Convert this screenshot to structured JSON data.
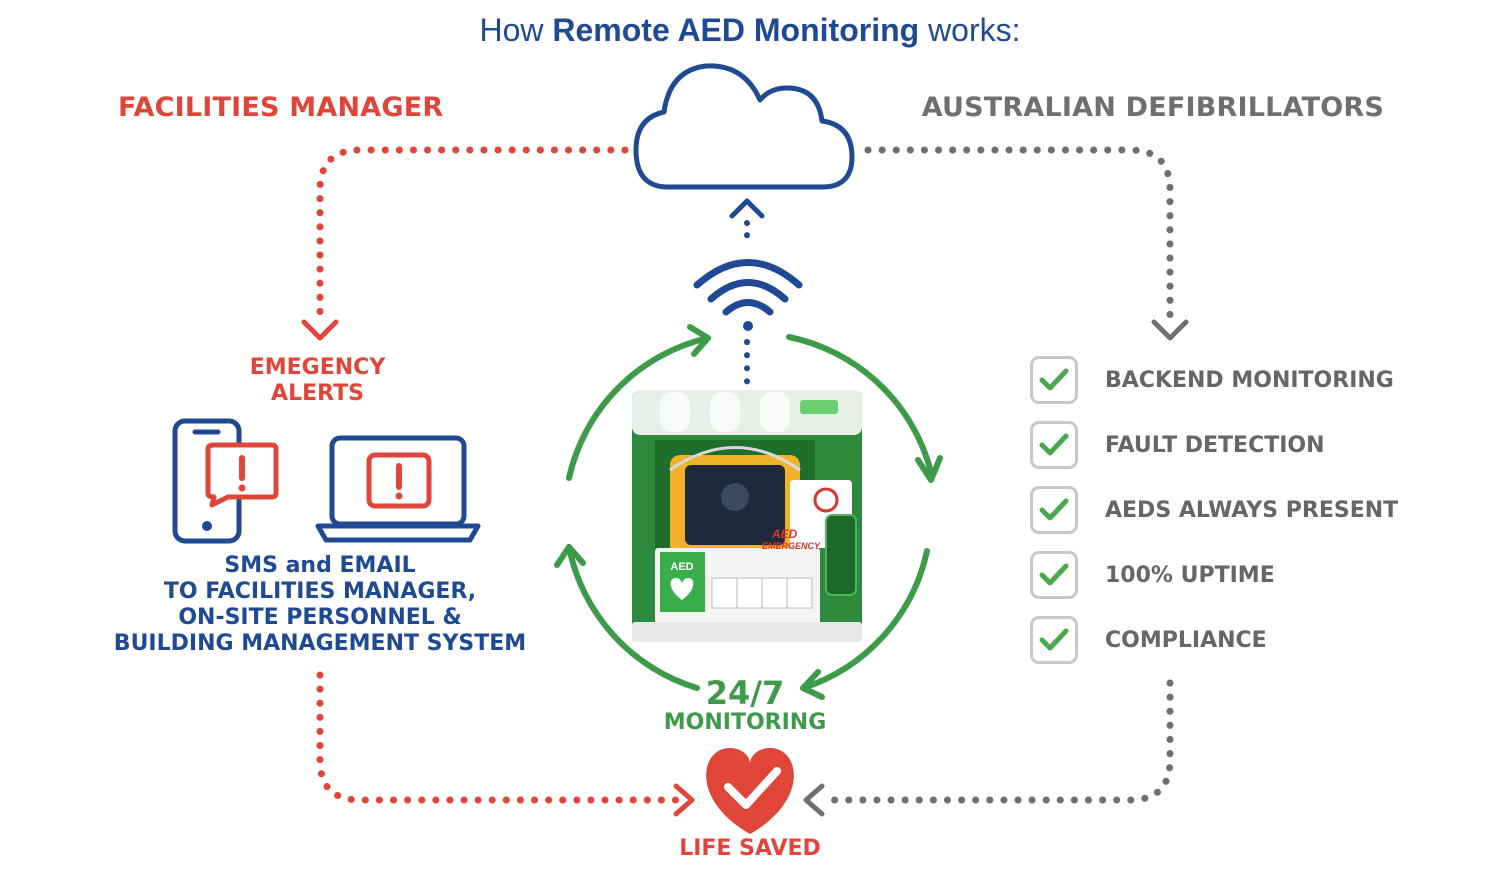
{
  "title": {
    "prefix": "How ",
    "emphasis": "Remote AED Monitoring",
    "suffix": " works:"
  },
  "facilities_manager": {
    "heading": "FACILITIES MANAGER",
    "alerts_line1": "EMEGENCY",
    "alerts_line2": "ALERTS",
    "sms_lines": [
      "SMS and EMAIL",
      "TO FACILITIES MANAGER,",
      "ON-SITE PERSONNEL &",
      "BUILDING MANAGEMENT SYSTEM"
    ]
  },
  "australian_defibrillators": {
    "heading": "AUSTRALIAN DEFIBRILLATORS",
    "checklist": [
      "BACKEND MONITORING",
      "FAULT DETECTION",
      "AEDS ALWAYS PRESENT",
      "100% UPTIME",
      "COMPLIANCE"
    ]
  },
  "monitoring": {
    "big": "24/7",
    "small": "MONITORING"
  },
  "outcome": "LIFE SAVED",
  "device": {
    "aed_label": "AED",
    "brand_line1": "AED",
    "brand_line2": "EMERGENCY"
  },
  "icons": [
    "cloud-icon",
    "wifi-icon",
    "phone-alert-icon",
    "laptop-alert-icon",
    "heart-check-icon",
    "checkmark-icon"
  ],
  "colors": {
    "navy": "#1f4a93",
    "red": "#e0453a",
    "gray": "#6f6f6f",
    "green": "#3c9a49",
    "aed_green": "#2f8f3f",
    "check_green": "#4aa84f"
  }
}
